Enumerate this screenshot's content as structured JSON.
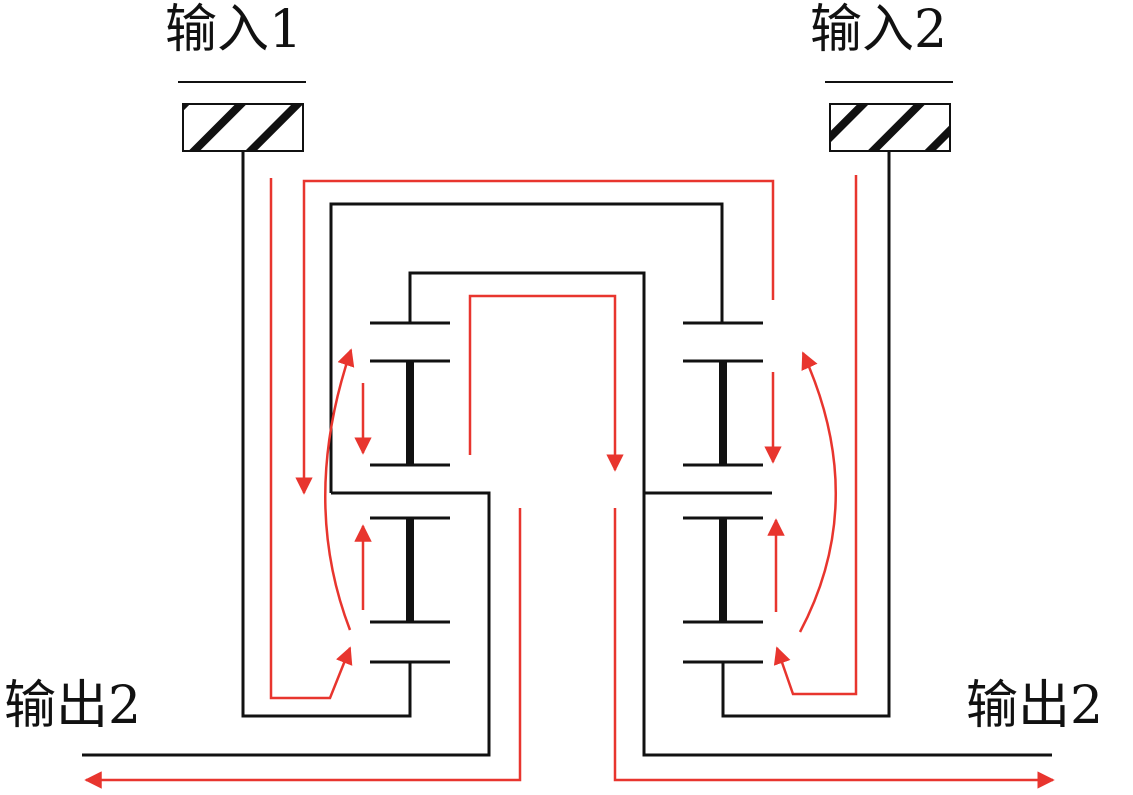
{
  "labels": {
    "input1": "输入1",
    "input2": "输入2",
    "output_left": "输出2",
    "output_right": "输出2"
  },
  "colors": {
    "structure": "#111111",
    "flow": "#e8352e",
    "hatch": "#111111",
    "background": "#ffffff"
  }
}
